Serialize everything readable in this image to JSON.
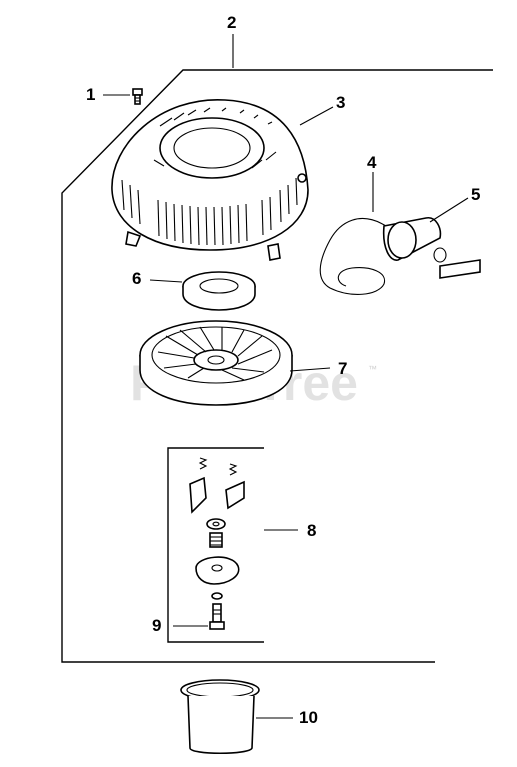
{
  "watermark": {
    "text": "PartsTree",
    "trademark": "™"
  },
  "callouts": [
    {
      "id": "c1",
      "label": "1",
      "part": "screw"
    },
    {
      "id": "c2",
      "label": "2",
      "part": "starter-assembly"
    },
    {
      "id": "c3",
      "label": "3",
      "part": "housing"
    },
    {
      "id": "c4",
      "label": "4",
      "part": "rope"
    },
    {
      "id": "c5",
      "label": "5",
      "part": "handle"
    },
    {
      "id": "c6",
      "label": "6",
      "part": "spring-washer"
    },
    {
      "id": "c7",
      "label": "7",
      "part": "pulley"
    },
    {
      "id": "c8",
      "label": "8",
      "part": "pawl-kit"
    },
    {
      "id": "c9",
      "label": "9",
      "part": "center-screw"
    },
    {
      "id": "c10",
      "label": "10",
      "part": "cup"
    }
  ]
}
